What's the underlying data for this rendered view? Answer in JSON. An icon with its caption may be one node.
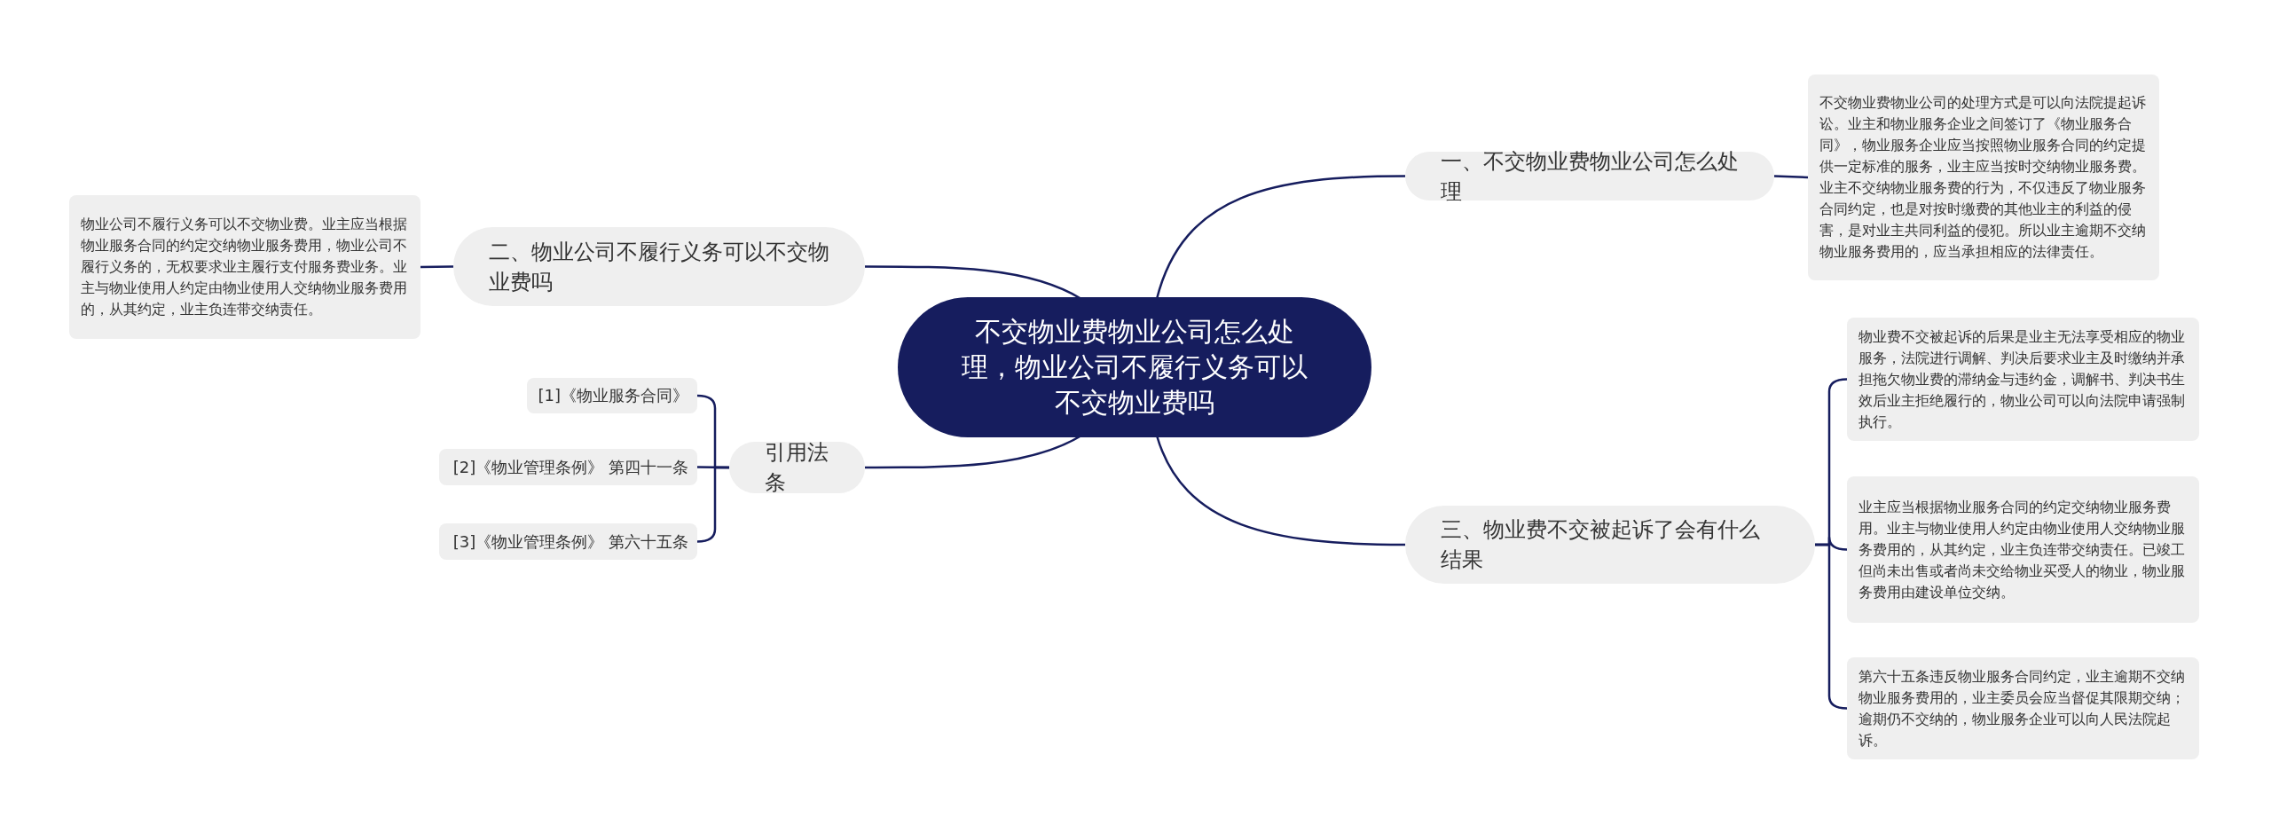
{
  "diagram": {
    "nodes": [
      {
        "text": [
          "不交物业费物业公司怎么处理，物业公司不履行义务可以不交物业费吗"
        ]
      },
      {
        "text": [
          "一、不交物业费物业公司怎么处理"
        ]
      },
      {
        "text": [
          "不交物业费物业公司的处理方式是可以向法院提起诉讼。业主和物业服务企业之间签订了《物业服务合同》，物业服务企业应当按照物业服务合同的约定提供一定标准的服务，业主应当按时交纳物业服务费。业主不交纳物业服务费的行为，不仅违反了物业服务合同约定，也是对按时缴费的其他业主的利益的侵害，是对业主共同利益的侵犯。所以业主逾期不交纳物业服务费用的，应当承担相应的法律责任。"
        ]
      },
      {
        "text": [
          "物业公司不履行义务可以不交物业费。业主应当根据物业服务合同的约定交纳物业服务费用，物业公司不履行义务的，无权要求业主履行支付服务费业务。业主与物业使用人约定由物业使用人交纳物业服务费用的，从其约定，业主负连带交纳责任。"
        ]
      },
      {
        "text": [
          "二、物业公司不履行义务可以不交物业费吗"
        ]
      },
      {
        "text": [
          "引用法条"
        ]
      },
      {
        "text": [
          "[1]《物业服务合同》"
        ]
      },
      {
        "text": [
          "[2]《物业管理条例》 第四十一条"
        ]
      },
      {
        "text": [
          "[3]《物业管理条例》 第六十五条"
        ]
      },
      {
        "text": [
          "三、物业费不交被起诉了会有什么结果"
        ]
      },
      {
        "text": [
          "物业费不交被起诉的后果是业主无法享受相应的物业服务，法院进行调解、判决后要求业主及时缴纳并承担拖欠物业费的滞纳金与违约金，调解书、判决书生效后业主拒绝履行的，物业公司可以向法院申请强制执行。"
        ]
      },
      {
        "text": [
          "业主应当根据物业服务合同的约定交纳物业服务费用。业主与物业使用人约定由物业使用人交纳物业服务费用的，从其约定，业主负连带交纳责任。已竣工但尚未出售或者尚未交给物业买受人的物业，物业服务费用由建设单位交纳。"
        ]
      },
      {
        "text": [
          "第六十五条违反物业服务合同约定，业主逾期不交纳物业服务费用的，业主委员会应当督促其限期交纳；逾期仍不交纳的，物业服务企业可以向人民法院起诉。"
        ]
      }
    ],
    "edges": [
      {
        "from": 0,
        "to": 1,
        "arrow": "none"
      },
      {
        "from": 1,
        "to": 2,
        "arrow": "none"
      },
      {
        "from": 0,
        "to": 4,
        "arrow": "none"
      },
      {
        "from": 4,
        "to": 3,
        "arrow": "none"
      },
      {
        "from": 0,
        "to": 5,
        "arrow": "none"
      },
      {
        "from": 5,
        "to": 6,
        "arrow": "none"
      },
      {
        "from": 5,
        "to": 7,
        "arrow": "none"
      },
      {
        "from": 5,
        "to": 8,
        "arrow": "none"
      },
      {
        "from": 0,
        "to": 9,
        "arrow": "none"
      },
      {
        "from": 9,
        "to": 10,
        "arrow": "none"
      },
      {
        "from": 9,
        "to": 11,
        "arrow": "none"
      },
      {
        "from": 9,
        "to": 12,
        "arrow": "none"
      }
    ]
  }
}
